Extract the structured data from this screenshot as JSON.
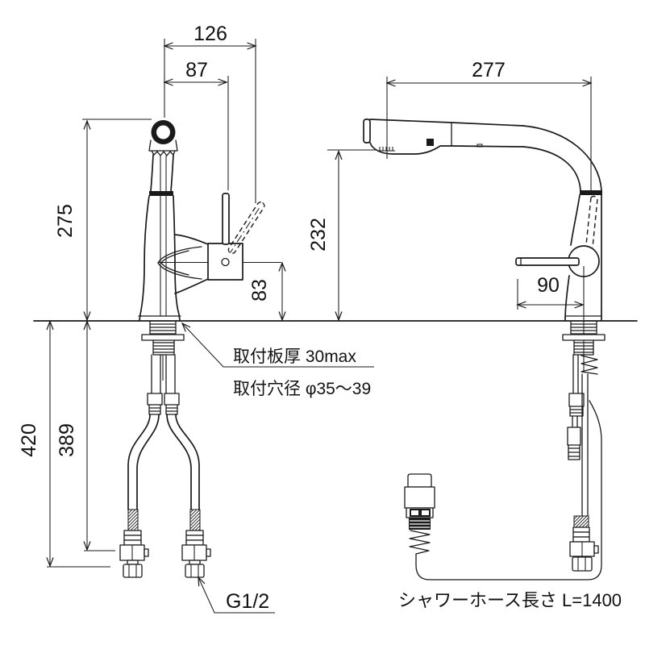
{
  "dims": {
    "front_total_width": "126",
    "front_spout_offset": "87",
    "front_spout_height": "275",
    "front_handle_height": "83",
    "front_under_counter_total": "420",
    "front_hose_length": "389",
    "side_spout_reach": "277",
    "side_clearance_height": "232",
    "side_handle_reach": "90"
  },
  "annotations": {
    "mount_thickness": "取付板厚 30max",
    "mount_hole_diameter": "取付穴径 φ35〜39",
    "thread_size": "G1/2",
    "shower_hose_length": "シャワーホース長さ L=1400"
  },
  "colors": {
    "line": "#1a1a1a",
    "background": "#ffffff"
  }
}
